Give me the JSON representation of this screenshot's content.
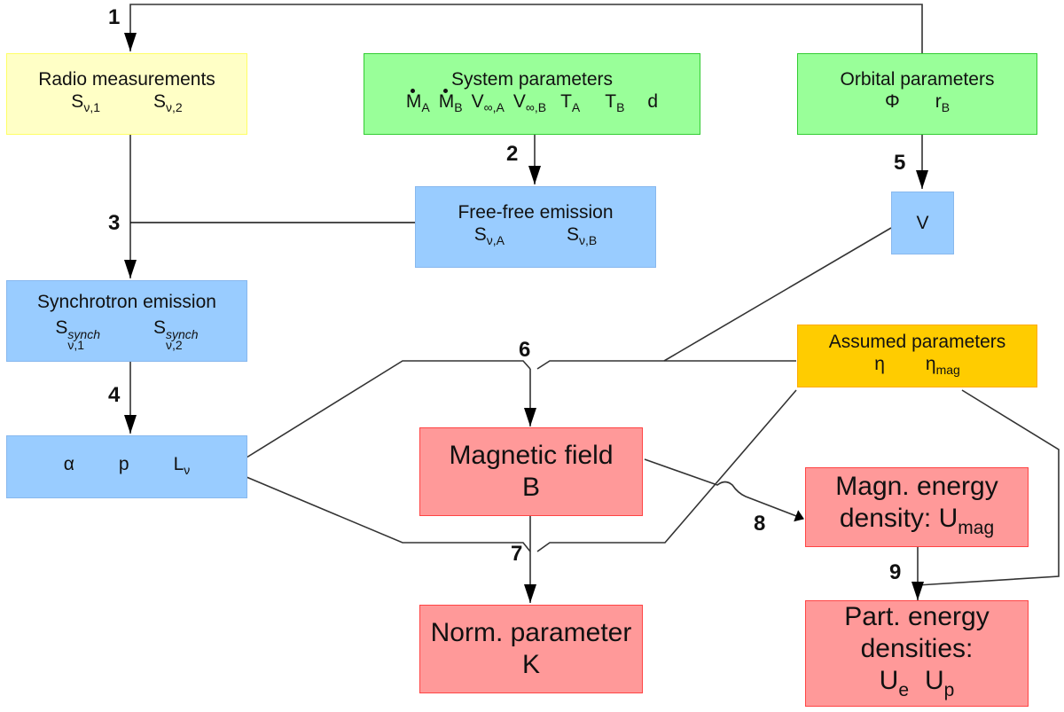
{
  "colors": {
    "input_measured": "#ffffc6",
    "input_parameters": "#99ff99",
    "intermediate": "#99ccff",
    "assumed": "#ffcc00",
    "result": "#ff9999"
  },
  "steps": [
    "1",
    "2",
    "3",
    "4",
    "5",
    "6",
    "7",
    "8",
    "9"
  ],
  "radio": {
    "title": "Radio measurements",
    "vars": [
      {
        "base": "S",
        "sub": "ν,1"
      },
      {
        "base": "S",
        "sub": "ν,2"
      }
    ]
  },
  "system": {
    "title": "System parameters",
    "vars": [
      {
        "base": "M",
        "sub": "A",
        "dot": true
      },
      {
        "base": "M",
        "sub": "B",
        "dot": true
      },
      {
        "base": "V",
        "sub": "∞,A"
      },
      {
        "base": "V",
        "sub": "∞,B"
      },
      {
        "base": "T",
        "sub": "A"
      },
      {
        "base": "T",
        "sub": "B"
      },
      {
        "base": "d",
        "sub": ""
      }
    ]
  },
  "orbital": {
    "title": "Orbital parameters",
    "vars": [
      {
        "base": "Φ",
        "sub": ""
      },
      {
        "base": "r",
        "sub": "B"
      }
    ]
  },
  "freefree": {
    "title": "Free-free emission",
    "vars": [
      {
        "base": "S",
        "sub": "ν,A"
      },
      {
        "base": "S",
        "sub": "ν,B"
      }
    ]
  },
  "velocity": {
    "label": "V"
  },
  "synchrotron": {
    "title": "Synchrotron emission",
    "vars": [
      {
        "base": "S",
        "sub": "ν,1",
        "sup": "synch"
      },
      {
        "base": "S",
        "sub": "ν,2",
        "sup": "synch"
      }
    ]
  },
  "spectral": {
    "vars": [
      {
        "base": "α",
        "sub": ""
      },
      {
        "base": "p",
        "sub": ""
      },
      {
        "base": "L",
        "sub": "ν"
      }
    ]
  },
  "assumed": {
    "title": "Assumed parameters",
    "vars": [
      {
        "base": "η",
        "sub": ""
      },
      {
        "base": "η",
        "sub": "mag"
      }
    ]
  },
  "magfield": {
    "line1": "Magnetic field",
    "line2": "B"
  },
  "normparam": {
    "line1": "Norm. parameter",
    "line2": "K"
  },
  "magenergy": {
    "line1": "Magn. energy",
    "line2_prefix": "density: U",
    "line2_sub": "mag"
  },
  "partenergy": {
    "line1": "Part. energy",
    "line2": "densities:",
    "vars": [
      {
        "base": "U",
        "sub": "e"
      },
      {
        "base": "U",
        "sub": "p"
      }
    ]
  }
}
